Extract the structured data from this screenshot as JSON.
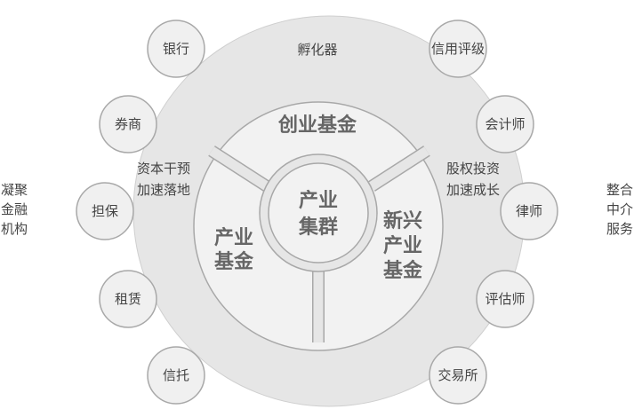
{
  "outer_ring": {
    "top_label": "孵化器"
  },
  "left_notes": {
    "line1": "资本干预",
    "line2": "加速落地"
  },
  "right_notes": {
    "line1": "股权投资",
    "line2": "加速成长"
  },
  "left_side": [
    "凝聚",
    "金融",
    "机构"
  ],
  "right_side": [
    "整合",
    "中介",
    "服务"
  ],
  "left_nodes": [
    "银行",
    "券商",
    "担保",
    "租赁",
    "信托"
  ],
  "right_nodes": [
    "信用评级",
    "会计师",
    "律师",
    "评估师",
    "交易所"
  ],
  "sectors": {
    "top": "创业基金",
    "left": [
      "产业",
      "基金"
    ],
    "right": [
      "新兴",
      "产业",
      "基金"
    ]
  },
  "center": [
    "产业",
    "集群"
  ],
  "colors": {
    "outer_fill": "#e6e6e6",
    "inner_fill": "#f2f2f2",
    "node_fill": "#f0f0f0",
    "stroke": "#a8a8a8",
    "text": "#444444",
    "sector_text": "#666666"
  }
}
